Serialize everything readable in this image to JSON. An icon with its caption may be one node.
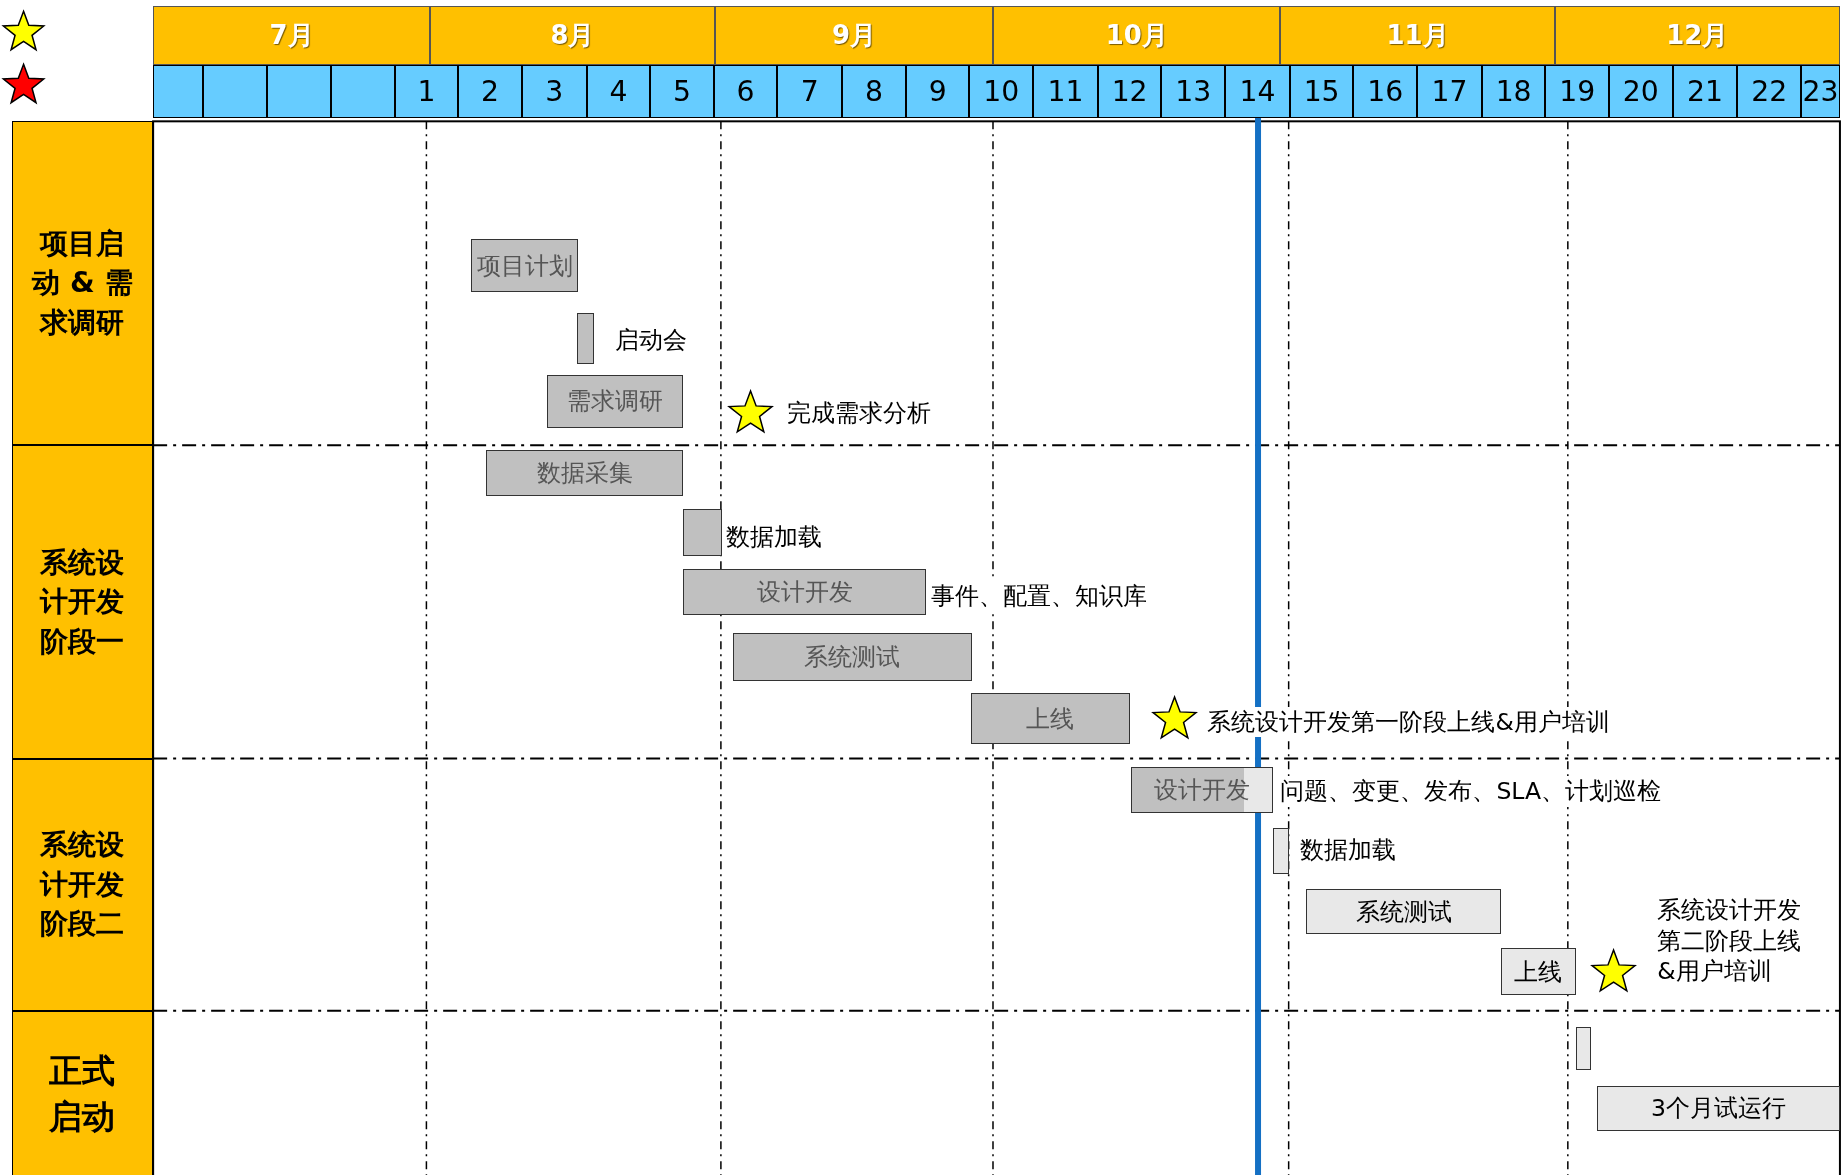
{
  "diagram": {
    "nodes": [
      {
        "text": [
          "项目启动 & 需求调研"
        ]
      },
      {
        "text": [
          "项目计划"
        ]
      },
      {
        "text": [],
        "shape": "bar",
        "beside": [
          "启动会"
        ]
      },
      {
        "text": [
          "需求调研"
        ]
      },
      {
        "text": [],
        "shape": "star",
        "beside": [
          "完成需求分析"
        ]
      },
      {
        "text": [
          "系统设计开发阶段一"
        ]
      },
      {
        "text": [
          "数据采集"
        ]
      },
      {
        "text": [],
        "shape": "bar",
        "beside": [
          "数据加载"
        ]
      },
      {
        "text": [
          "设计开发"
        ],
        "beside": [
          "事件、配置、知识库"
        ]
      },
      {
        "text": [
          "系统测试"
        ]
      },
      {
        "text": [
          "上线"
        ]
      },
      {
        "text": [],
        "shape": "star",
        "beside": [
          "系统设计开发第一阶段上线&用户培训"
        ]
      },
      {
        "text": [
          "系统设计开发阶段二"
        ]
      },
      {
        "text": [
          "设计开发"
        ],
        "beside": [
          "问题、变更、发布、SLA、计划巡检"
        ]
      },
      {
        "text": [],
        "shape": "bar",
        "beside": [
          "数据加载"
        ]
      },
      {
        "text": [
          "系统测试"
        ]
      },
      {
        "text": [
          "上线"
        ]
      },
      {
        "text": [],
        "shape": "star",
        "beside": [
          "系统设计开发第二阶段上线&用户培训"
        ]
      },
      {
        "text": [
          "正式启动"
        ]
      },
      {
        "text": [],
        "shape": "bar"
      },
      {
        "text": [
          "3个月试运行"
        ]
      }
    ],
    "labels": [
      "7月",
      "8月",
      "9月",
      "10月",
      "11月",
      "12月",
      "1",
      "2",
      "3",
      "4",
      "5",
      "6",
      "7",
      "8",
      "9",
      "10",
      "11",
      "12",
      "13",
      "14",
      "15",
      "16",
      "17",
      "18",
      "19",
      "20",
      "21",
      "22",
      "23"
    ]
  }
}
